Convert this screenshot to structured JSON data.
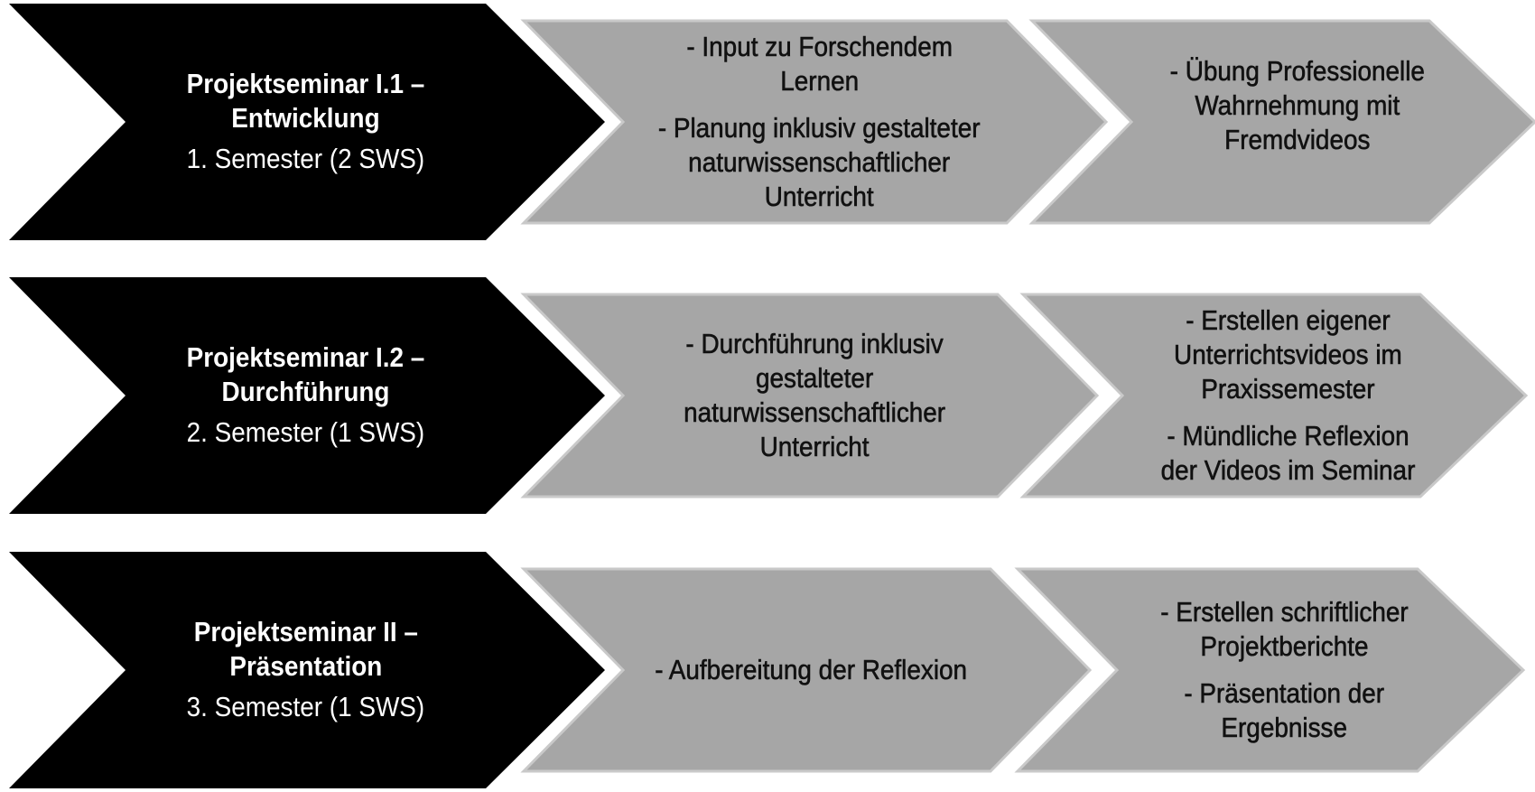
{
  "colors": {
    "dark": "#000000",
    "grey": "#a6a6a6",
    "grey_edge": "#c9c9c9",
    "background": "#ffffff"
  },
  "rows": [
    {
      "title": "Projektseminar I.1 –\nEntwicklung",
      "semester": "1. Semester (2 SWS)",
      "col2": [
        "- Input zu Forschendem\nLernen",
        "- Planung inklusiv gestalteter\nnaturwissenschaftlicher\nUnterricht"
      ],
      "col3": [
        "- Übung Professionelle\nWahrnehmung mit\nFremdvideos"
      ]
    },
    {
      "title": "Projektseminar I.2 –\nDurchführung",
      "semester": "2. Semester (1 SWS)",
      "col2": [
        "- Durchführung inklusiv\ngestalteter\nnaturwissenschaftlicher\nUnterricht"
      ],
      "col3": [
        "- Erstellen eigener\nUnterrichtsvideos im\nPraxissemester",
        "- Mündliche Reflexion\nder Videos im Seminar"
      ]
    },
    {
      "title": "Projektseminar II –\nPräsentation",
      "semester": "3. Semester (1 SWS)",
      "col2": [
        "- Aufbereitung der Reflexion"
      ],
      "col3": [
        "- Erstellen schriftlicher\nProjektberichte",
        "- Präsentation der\nErgebnisse"
      ]
    }
  ]
}
